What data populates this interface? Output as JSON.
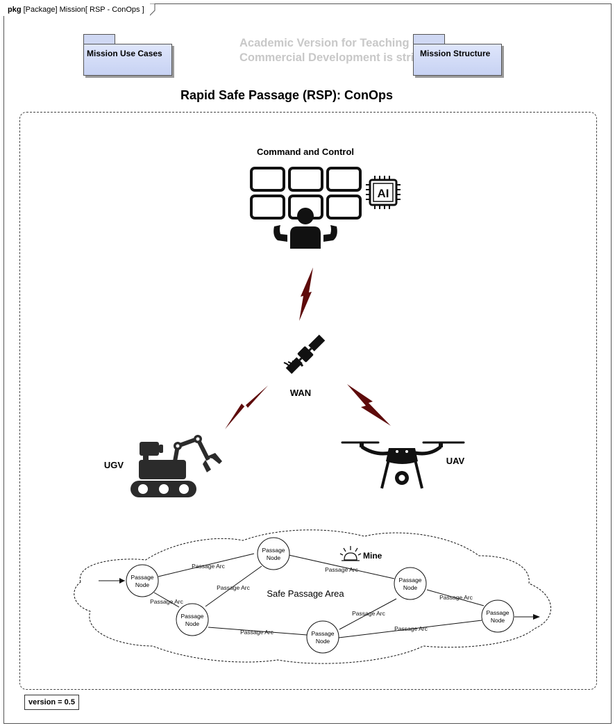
{
  "header": {
    "kind": "pkg",
    "label": "[Package] Mission[ RSP - ConOps ]"
  },
  "packages": [
    {
      "label": "Mission Use Cases"
    },
    {
      "label": "Mission Structure"
    }
  ],
  "watermark": {
    "line1": "Academic Version for Teaching Only",
    "line2": "Commercial Development is strictly Prohibited"
  },
  "title": "Rapid Safe Passage (RSP): ConOps",
  "nodes": {
    "command": "Command and Control",
    "ai_chip": "AI",
    "wan": "WAN",
    "ugv": "UGV",
    "uav": "UAV",
    "mine": "Mine",
    "area": "Safe Passage Area"
  },
  "passage": {
    "node_line1": "Passage",
    "node_line2": "Node",
    "arc": "Passage Arc"
  },
  "version": "version = 0.5",
  "colors": {
    "package_fill": "#cfd8f3",
    "lightning": "#6a0d0d",
    "watermark": "#c8c8c8"
  }
}
